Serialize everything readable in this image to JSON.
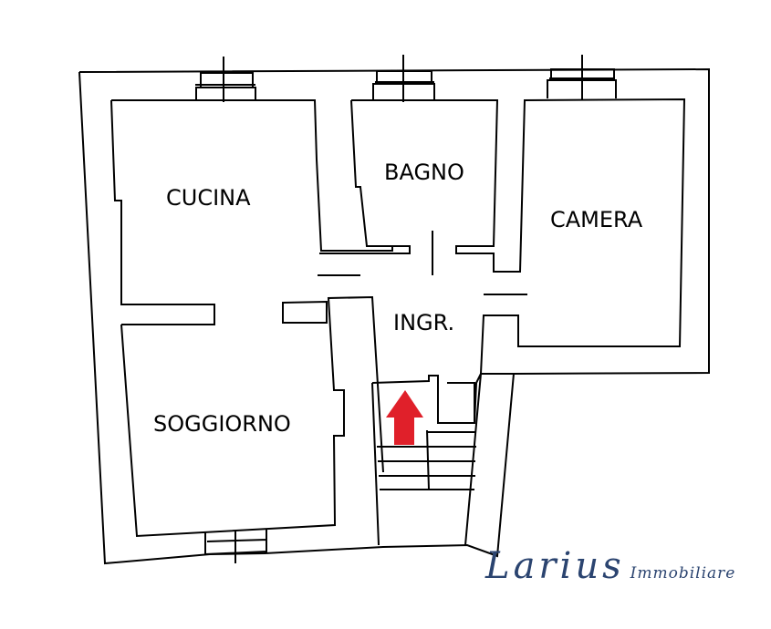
{
  "floor_plan": {
    "rooms": [
      {
        "id": "cucina",
        "label": "CUCINA"
      },
      {
        "id": "bagno",
        "label": "BAGNO"
      },
      {
        "id": "camera",
        "label": "CAMERA"
      },
      {
        "id": "ingresso",
        "label": "INGR."
      },
      {
        "id": "soggiorno",
        "label": "SOGGIORNO"
      }
    ],
    "entrance_marker": {
      "icon": "arrow-up-icon",
      "color": "#e0202a"
    },
    "wall_color": "#000000"
  },
  "brand": {
    "name": "Larius",
    "subtitle": "Immobiliare",
    "color": "#2b4470"
  }
}
